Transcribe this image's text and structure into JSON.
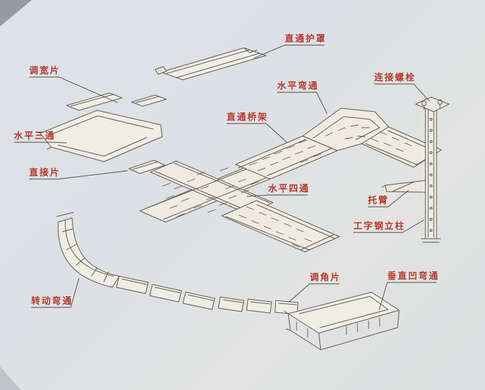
{
  "diagram": {
    "type": "cable-tray-assembly-exploded-view",
    "labels": {
      "cover": "直通护罩",
      "width_adjust": "调宽片",
      "horizontal_tee": "水平三通",
      "connector": "直接片",
      "horizontal_bend": "水平弯通",
      "bolt": "连接螺栓",
      "straight_tray": "直通桥架",
      "horizontal_cross": "水平四通",
      "bracket": "托臂",
      "column": "工字钢立柱",
      "angle_adjust": "调角片",
      "vertical_bend": "垂直凹弯通",
      "rotating_bend": "转动弯通"
    },
    "colors": {
      "paper": "#dfe2e6",
      "line": "#5d584f",
      "label_text": "#b63a2b",
      "part_fill": "#f0ede4"
    }
  }
}
